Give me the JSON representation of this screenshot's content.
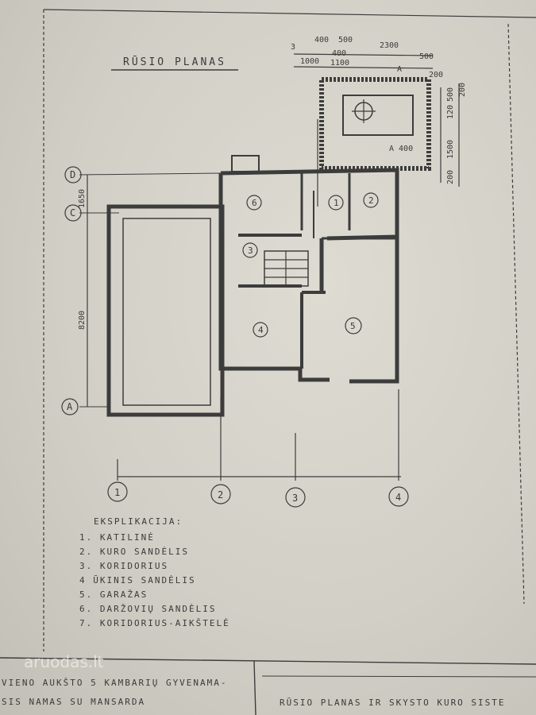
{
  "plan": {
    "title": "RŪSIO PLANAS",
    "dims": {
      "top_left_3": "3",
      "d400a": "400",
      "d500a": "500",
      "d2300": "2300",
      "d1000": "1000",
      "d400b": "400",
      "d1100": "1100",
      "d500b": "500",
      "d200a": "200",
      "dA": "A",
      "dA400": "A 400",
      "d200v": "200",
      "d1500": "1500",
      "d120": "120",
      "d500v": "500",
      "d200v2": "200",
      "d1650": "1650",
      "d8200": "8200"
    },
    "axes_v": [
      "D",
      "C",
      "A"
    ],
    "axes_h": [
      "1",
      "2",
      "3",
      "4"
    ],
    "rooms": [
      "1",
      "2",
      "3",
      "4",
      "5",
      "6"
    ]
  },
  "legend": {
    "heading": "EKSPLIKACIJA:",
    "items": [
      "1. KATILINĖ",
      "2. KURO SANDĖLIS",
      "3. KORIDORIUS",
      "4  ŪKINIS SANDĖLIS",
      "5. GARAŽAS",
      "6. DARŽOVIŲ SANDĖLIS",
      "7. KORIDORIUS-AIKŠTELĖ"
    ]
  },
  "titleblock": {
    "left_line1": "VIENO AUKŠTO 5 KAMBARIŲ GYVENAMA-",
    "left_line2": "SIS NAMAS SU MANSARDA",
    "right": "RŪSIO PLANAS IR SKYSTO KURO SISTE"
  },
  "watermark": "aruodas.lt"
}
